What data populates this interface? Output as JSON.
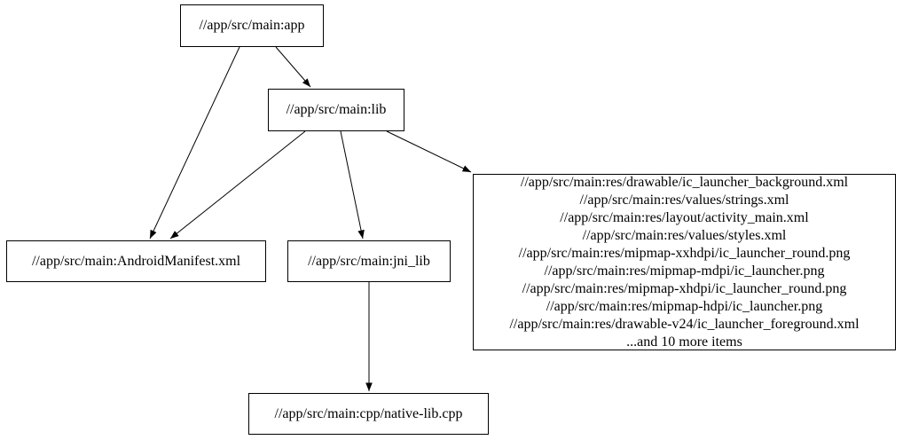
{
  "diagram": {
    "type": "dependency-graph",
    "nodes": {
      "app": {
        "label": "//app/src/main:app"
      },
      "lib": {
        "label": "//app/src/main:lib"
      },
      "manifest": {
        "label": "//app/src/main:AndroidManifest.xml"
      },
      "jni_lib": {
        "label": "//app/src/main:jni_lib"
      },
      "native_cpp": {
        "label": "//app/src/main:cpp/native-lib.cpp"
      },
      "res_group": {
        "lines": [
          "//app/src/main:res/drawable/ic_launcher_background.xml",
          "//app/src/main:res/values/strings.xml",
          "//app/src/main:res/layout/activity_main.xml",
          "//app/src/main:res/values/styles.xml",
          "//app/src/main:res/mipmap-xxhdpi/ic_launcher_round.png",
          "//app/src/main:res/mipmap-mdpi/ic_launcher.png",
          "//app/src/main:res/mipmap-xhdpi/ic_launcher_round.png",
          "//app/src/main:res/mipmap-hdpi/ic_launcher.png",
          "//app/src/main:res/drawable-v24/ic_launcher_foreground.xml",
          "...and 10 more items"
        ]
      }
    },
    "edges": [
      {
        "from": "//app/src/main:app",
        "to": "//app/src/main:lib"
      },
      {
        "from": "//app/src/main:app",
        "to": "//app/src/main:AndroidManifest.xml"
      },
      {
        "from": "//app/src/main:lib",
        "to": "//app/src/main:AndroidManifest.xml"
      },
      {
        "from": "//app/src/main:lib",
        "to": "//app/src/main:jni_lib"
      },
      {
        "from": "//app/src/main:lib",
        "to": "res_group"
      },
      {
        "from": "//app/src/main:jni_lib",
        "to": "//app/src/main:cpp/native-lib.cpp"
      }
    ],
    "colors": {
      "background": "#ffffff",
      "node_border": "#000000",
      "edge": "#000000",
      "text": "#000000"
    }
  }
}
